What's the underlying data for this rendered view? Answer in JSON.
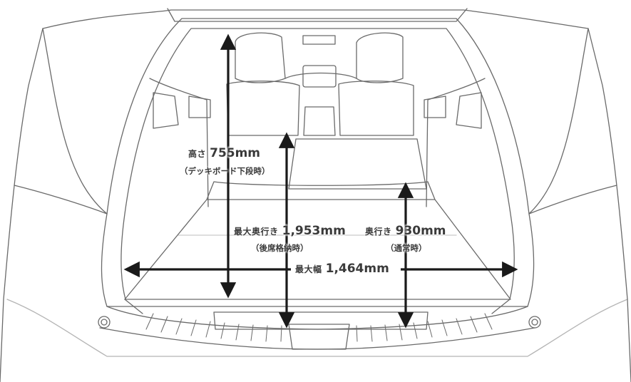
{
  "dimensions": {
    "height": {
      "prefix": "高さ",
      "value": "755mm",
      "note": "（デッキボード下段時）"
    },
    "max_depth": {
      "prefix": "最大奥行き",
      "value": "1,953mm",
      "note": "（後席格納時）"
    },
    "depth": {
      "prefix": "奥行き",
      "value": "930mm",
      "note": "（通常時）"
    },
    "max_width": {
      "prefix": "最大幅",
      "value": "1,464mm"
    }
  },
  "colors": {
    "line": "#5a5a5a",
    "arrow": "#1a1a1a",
    "text": "#3a3a3a"
  }
}
